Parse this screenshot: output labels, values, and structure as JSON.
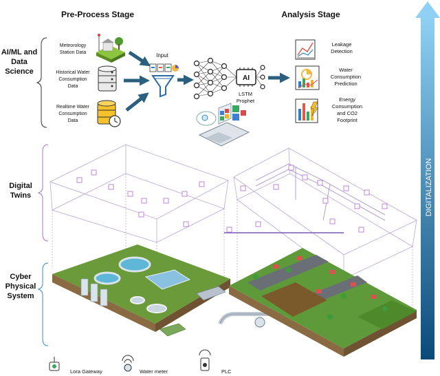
{
  "stages": {
    "pre_process": "Pre-Process Stage",
    "analysis": "Analysis Stage"
  },
  "layers": {
    "ai": [
      "AI/ML and",
      "Data",
      "Science"
    ],
    "twins": [
      "Digital",
      "Twins"
    ],
    "cyber": [
      "Cyber",
      "Physical",
      "System"
    ]
  },
  "inputs": [
    [
      "Meteorology",
      "Station Data"
    ],
    [
      "Historical Water",
      "Consumption",
      "Data"
    ],
    [
      "Realtime Water",
      "Consumption",
      "Data"
    ]
  ],
  "input_label": "Input",
  "model": {
    "badge": "AI",
    "label": [
      "LSTM",
      "Prophet"
    ]
  },
  "outputs": [
    [
      "Leakage",
      "Detection"
    ],
    [
      "Water",
      "Consumption",
      "Prediction"
    ],
    [
      "Energy",
      "Consumption",
      "and CO2",
      "Footprint"
    ]
  ],
  "digitalization": "DIGITALIZATION",
  "legend": {
    "gateway": "Lora Gateway",
    "meter": "Water meter",
    "plc": "PLC"
  },
  "colors": {
    "arrow_blue": "#2a5f7e",
    "digitalization_top": "#7fc4ee",
    "digitalization_bottom": "#0a4a7a",
    "twin_line": "#b9a6d8",
    "ground_green": "#6a9a3a"
  }
}
